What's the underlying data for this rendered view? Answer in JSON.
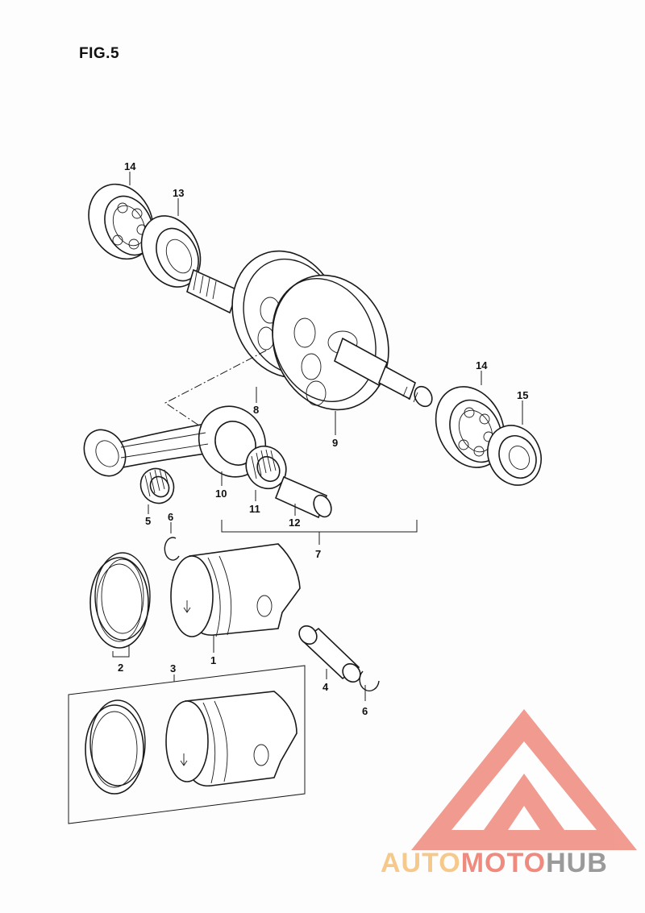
{
  "figure": {
    "title": "FIG.5"
  },
  "callouts": [
    {
      "id": "c14a",
      "label": "14"
    },
    {
      "id": "c13",
      "label": "13"
    },
    {
      "id": "c14b",
      "label": "14"
    },
    {
      "id": "c15",
      "label": "15"
    },
    {
      "id": "c8",
      "label": "8"
    },
    {
      "id": "c9",
      "label": "9"
    },
    {
      "id": "c10",
      "label": "10"
    },
    {
      "id": "c11",
      "label": "11"
    },
    {
      "id": "c5",
      "label": "5"
    },
    {
      "id": "c12",
      "label": "12"
    },
    {
      "id": "c7",
      "label": "7"
    },
    {
      "id": "c6a",
      "label": "6"
    },
    {
      "id": "c2",
      "label": "2"
    },
    {
      "id": "c1",
      "label": "1"
    },
    {
      "id": "c3",
      "label": "3"
    },
    {
      "id": "c4",
      "label": "4"
    },
    {
      "id": "c6b",
      "label": "6"
    }
  ],
  "watermark": {
    "text_part1": "AUTO",
    "text_part2": "MOTO",
    "text_part3": "HUB",
    "color_primary": "#f08a7e",
    "color_secondary": "#f6c98a",
    "color_tertiary": "#9a9a9a"
  }
}
